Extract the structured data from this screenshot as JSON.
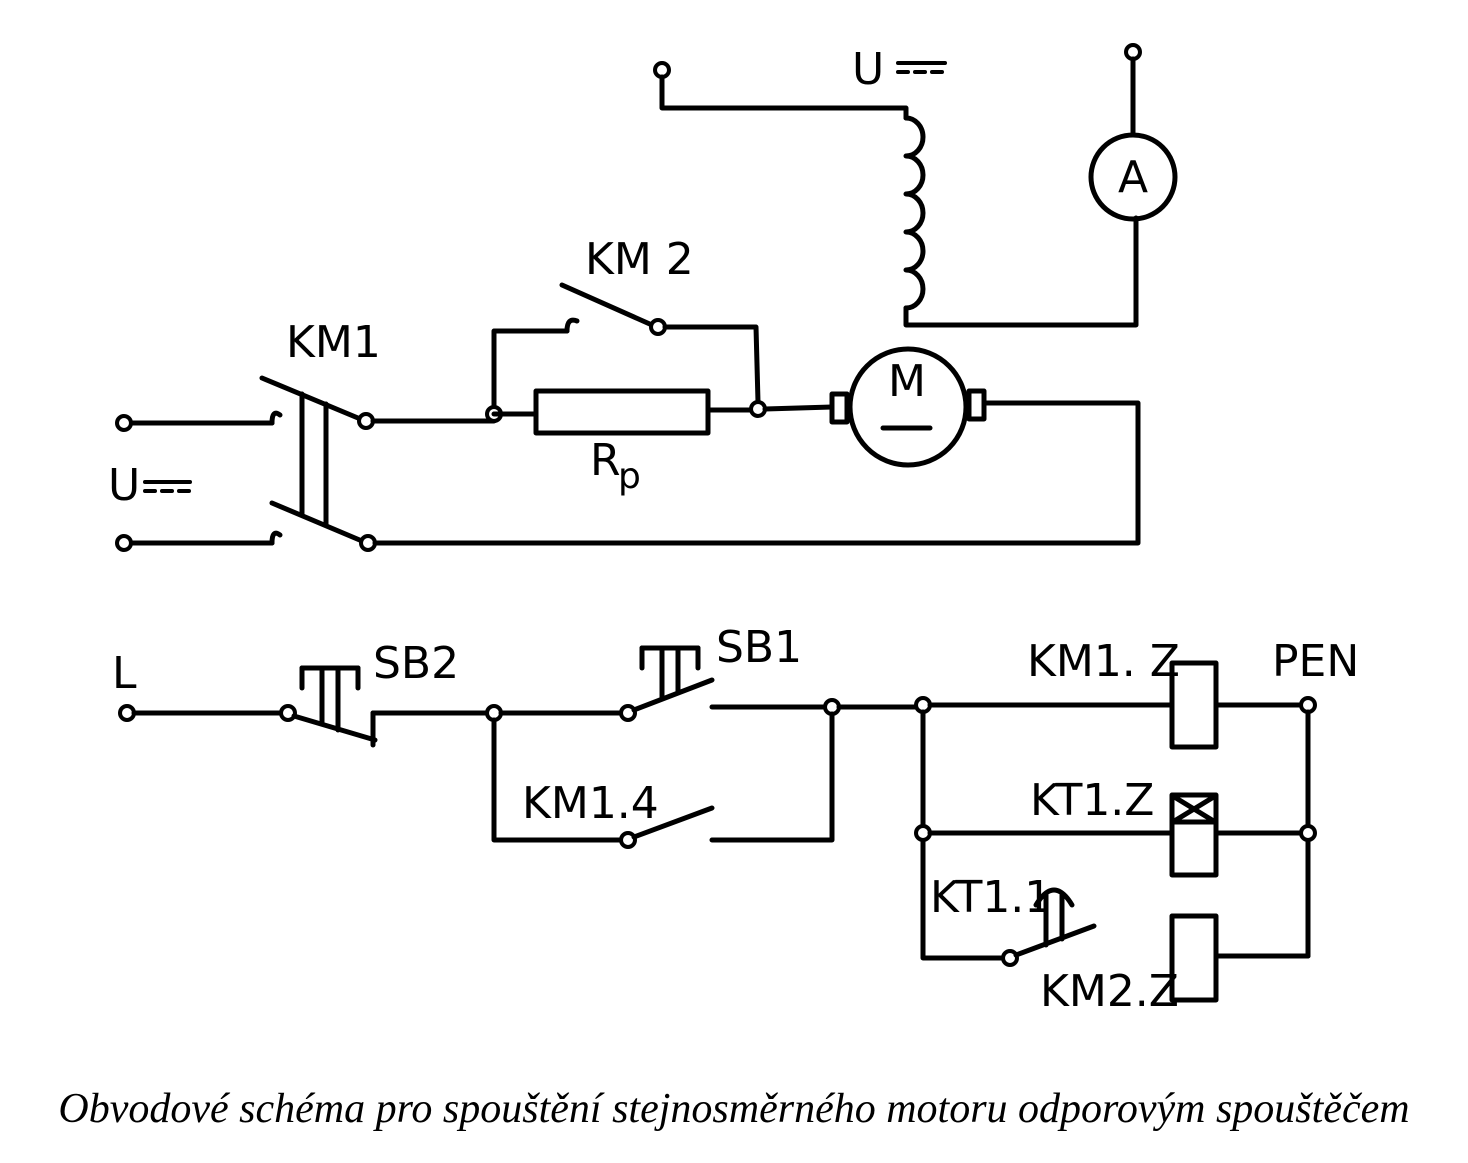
{
  "labels": {
    "field_supply": "U",
    "mains_supply": "U",
    "km1": "KM1",
    "km2": "KM 2",
    "resistor": "R",
    "resistor_sub": "p",
    "motor": "M",
    "ammeter": "A",
    "line": "L",
    "sb2": "SB2",
    "sb1": "SB1",
    "km1_4": "KM1.4",
    "km1_coil": "KM1. Z",
    "kt1_coil": "KT1.Z",
    "kt1_1": "KT1.1",
    "km2_coil": "KM2.Z",
    "pen": "PEN"
  },
  "caption": "Obvodové schéma pro spouštění stejnosměrného motoru odporovým spouštěčem"
}
